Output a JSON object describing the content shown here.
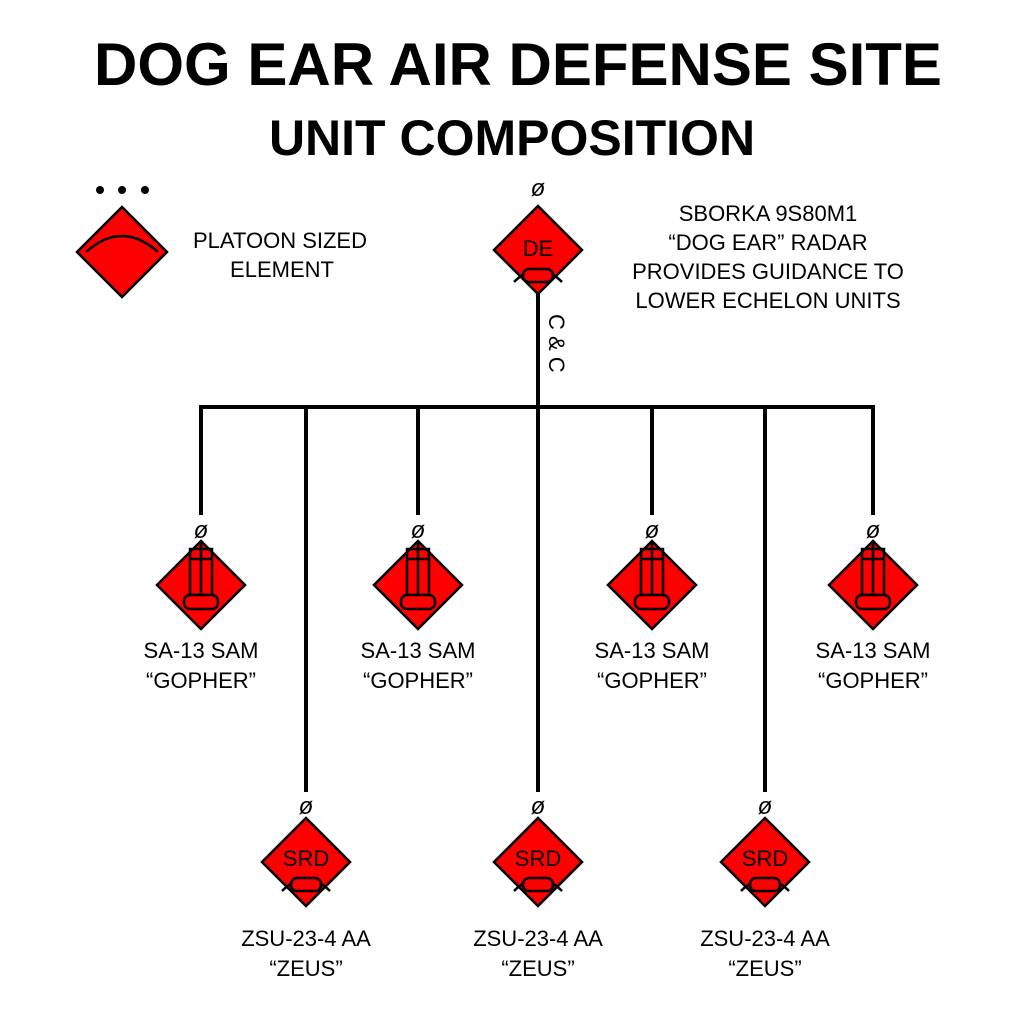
{
  "title": {
    "line1": "DOG EAR AIR DEFENSE SITE",
    "line2": "UNIT COMPOSITION"
  },
  "legend": {
    "echelon_mark": "• • •",
    "line1": "PLATOON SIZED",
    "line2": "ELEMENT"
  },
  "hq": {
    "symbol_text": "DE",
    "status_mark": "ø",
    "description": [
      "SBORKA  9S80M1",
      "“DOG EAR” RADAR",
      "PROVIDES GUIDANCE TO",
      "LOWER ECHELON UNITS"
    ],
    "link_label": "C & C"
  },
  "sam_units": [
    {
      "line1": "SA-13 SAM",
      "line2": "“GOPHER”",
      "status_mark": "ø"
    },
    {
      "line1": "SA-13 SAM",
      "line2": "“GOPHER”",
      "status_mark": "ø"
    },
    {
      "line1": "SA-13 SAM",
      "line2": "“GOPHER”",
      "status_mark": "ø"
    },
    {
      "line1": "SA-13 SAM",
      "line2": "“GOPHER”",
      "status_mark": "ø"
    }
  ],
  "aa_units": [
    {
      "symbol_text": "SRD",
      "line1": "ZSU-23-4 AA",
      "line2": "“ZEUS”",
      "status_mark": "ø"
    },
    {
      "symbol_text": "SRD",
      "line1": "ZSU-23-4 AA",
      "line2": "“ZEUS”",
      "status_mark": "ø"
    },
    {
      "symbol_text": "SRD",
      "line1": "ZSU-23-4 AA",
      "line2": "“ZEUS”",
      "status_mark": "ø"
    }
  ],
  "colors": {
    "hostile_fill": "#ff0000",
    "line": "#000000"
  }
}
